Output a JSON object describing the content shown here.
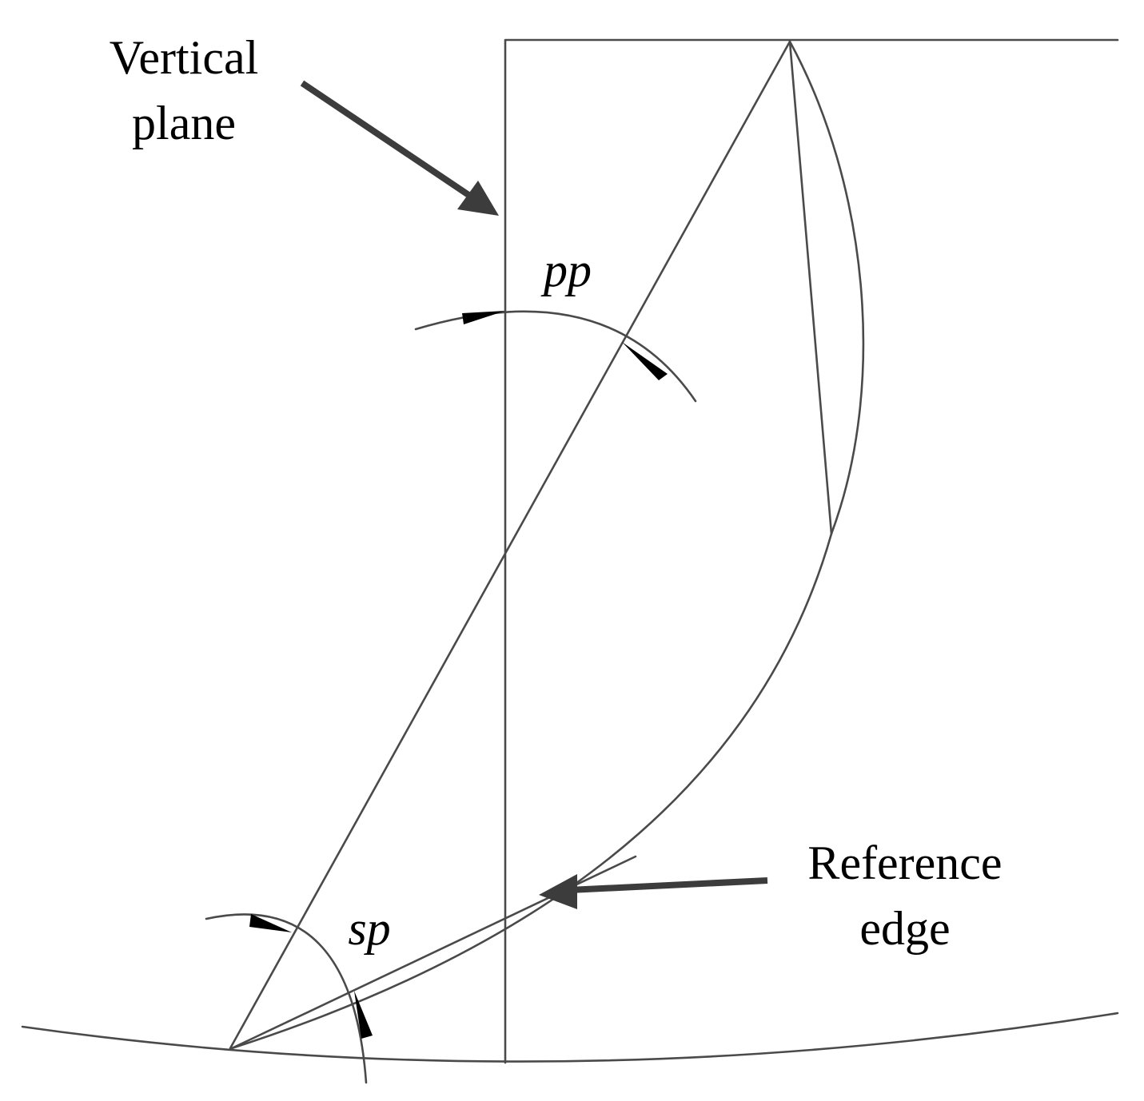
{
  "labels": {
    "vertical_plane_line1": "Vertical",
    "vertical_plane_line2": "plane",
    "pp": "pp",
    "sp": "sp",
    "reference_edge_line1": "Reference",
    "reference_edge_line2": "edge"
  },
  "colors": {
    "line": "#4a4a4a",
    "pointer": "#3c3c3c",
    "arrowhead": "#000000",
    "background": "#ffffff"
  }
}
